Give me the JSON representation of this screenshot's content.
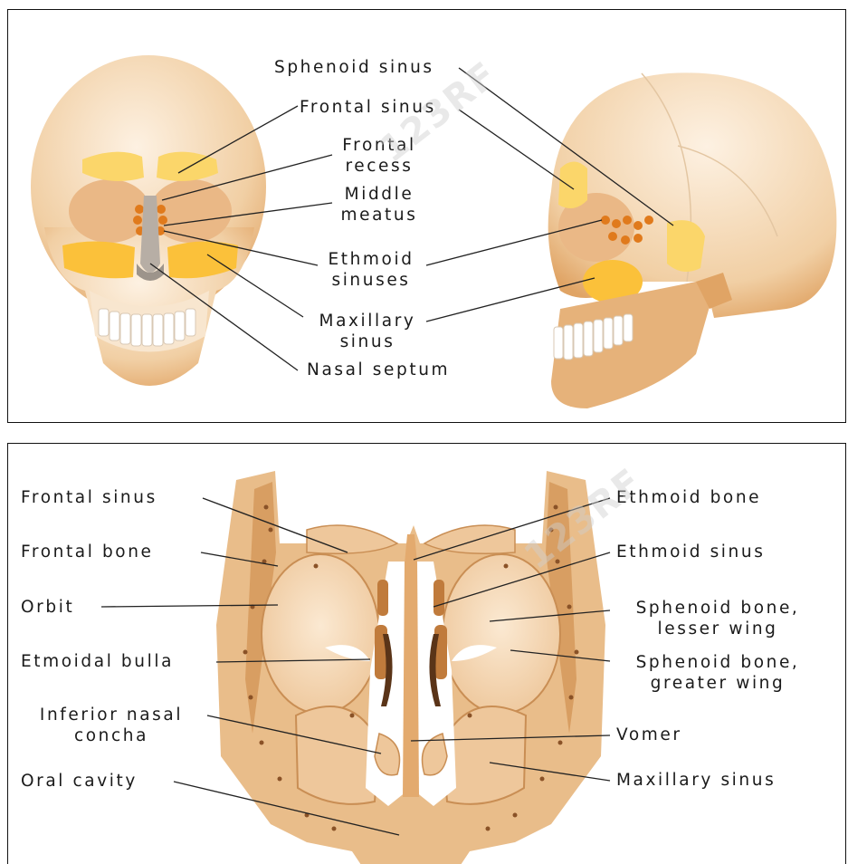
{
  "top_panel": {
    "labels": {
      "sphenoid_sinus": "Sphenoid sinus",
      "frontal_sinus": "Frontal sinus",
      "frontal_recess": [
        "Frontal",
        "recess"
      ],
      "middle_meatus": [
        "Middle",
        "meatus"
      ],
      "ethmoid_sinuses": [
        "Ethmoid",
        "sinuses"
      ],
      "maxillary_sinus": [
        "Maxillary",
        "sinus"
      ],
      "nasal_septum": "Nasal septum"
    }
  },
  "bottom_panel": {
    "labels": {
      "frontal_sinus": "Frontal sinus",
      "frontal_bone": "Frontal bone",
      "orbit": "Orbit",
      "etmoidal_bulla": "Etmoidal bulla",
      "inferior_nasal_concha": [
        "Inferior nasal",
        "concha"
      ],
      "oral_cavity": "Oral cavity",
      "ethmoid_bone": "Ethmoid bone",
      "ethmoid_sinus": "Ethmoid sinus",
      "sphenoid_lesser_wing": [
        "Sphenoid bone,",
        "lesser wing"
      ],
      "sphenoid_greater_wing": [
        "Sphenoid bone,",
        "greater wing"
      ],
      "vomer": "Vomer",
      "maxillary_sinus": "Maxillary sinus"
    }
  },
  "watermark": "123RF",
  "colors": {
    "bone_light": "#f6dfc2",
    "bone_mid": "#e9bd8a",
    "bone_dark": "#d59a5f",
    "sinus_yellow": "#fbc13a",
    "ethmoid_orange": "#e07a1c",
    "septum_gray": "#b7aea5",
    "line": "#222222"
  }
}
